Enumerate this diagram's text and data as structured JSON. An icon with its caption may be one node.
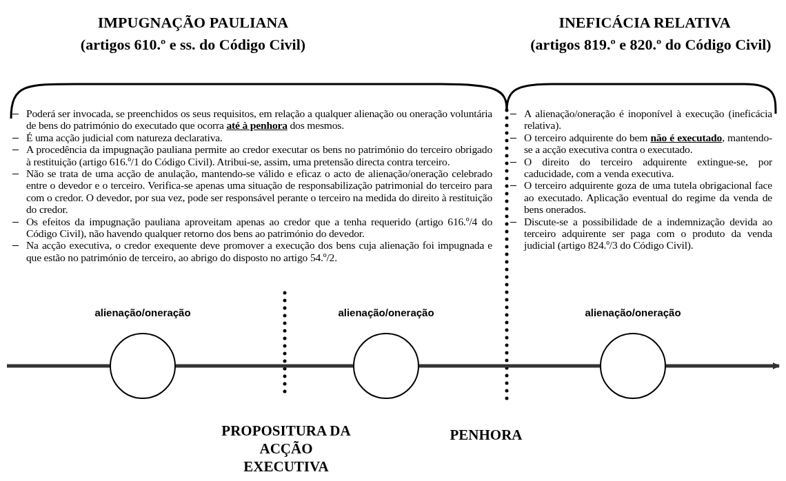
{
  "diagram": {
    "nodes": [
      {
        "text": [
          "alienação/oneração"
        ]
      },
      {
        "text": [
          "alienação/oneração"
        ]
      },
      {
        "text": [
          "alienação/oneração"
        ]
      }
    ],
    "edges": [
      {
        "from": null,
        "to": 0,
        "arrow": "none"
      },
      {
        "from": 0,
        "to": 1,
        "arrow": "none"
      },
      {
        "from": 1,
        "to": 2,
        "arrow": "none"
      },
      {
        "from": 2,
        "to": null,
        "arrow": "to"
      }
    ],
    "labels": [
      "IMPUGNAÇÃO PAULIANA",
      "(artigos 610.º e ss. do Código Civil)",
      "INEFICÁCIA RELATIVA",
      "(artigos 819.º e 820.º do Código Civil)",
      "Poderá ser invocada, se preenchidos os seus requisitos, em relação a qualquer alienação ou oneração voluntária de bens do património do executado que ocorra **até à penhora** dos mesmos.",
      "É uma acção judicial com natureza declarativa.",
      "A procedência da impugnação pauliana permite ao credor executar os bens no património do terceiro obrigado à restituição (artigo 616.º/1 do Código Civil). Atribui-se, assim, uma pretensão directa contra terceiro.",
      "Não se trata de uma acção de anulação, mantendo-se válido e eficaz o acto de alienação/oneração celebrado entre o devedor e o terceiro. Verifica-se apenas uma situação de responsabilização patrimonial do terceiro para com o credor. O devedor, por sua vez, pode ser responsável perante o terceiro na medida do direito à restituição do credor.",
      "Os efeitos da impugnação pauliana aproveitam apenas ao credor que a tenha requerido (artigo 616.º/4 do Código Civil), não havendo qualquer retorno dos bens ao património do devedor.",
      "Na acção executiva, o credor exequente deve promover a execução dos bens cuja alienação foi impugnada e que estão no património de terceiro, ao abrigo do disposto no artigo 54.º/2.",
      "A alienação/oneração é inoponível à execução (ineficácia relativa).",
      "O terceiro adquirente do bem **não é executado**, mantendo-se a acção executiva contra o executado.",
      "O direito do terceiro adquirente extingue-se, por caducidade, com a venda executiva.",
      "O terceiro adquirente goza de uma tutela obrigacional face ao executado. Aplicação eventual do regime da venda de bens onerados.",
      "Discute-se a possibilidade de a indemnização devida ao terceiro adquirente ser paga com o produto da venda judicial (artigo 824.º/3 do Código Civil).",
      "PROPOSITURA DA ACÇÃO EXECUTIVA",
      "PENHORA"
    ]
  }
}
